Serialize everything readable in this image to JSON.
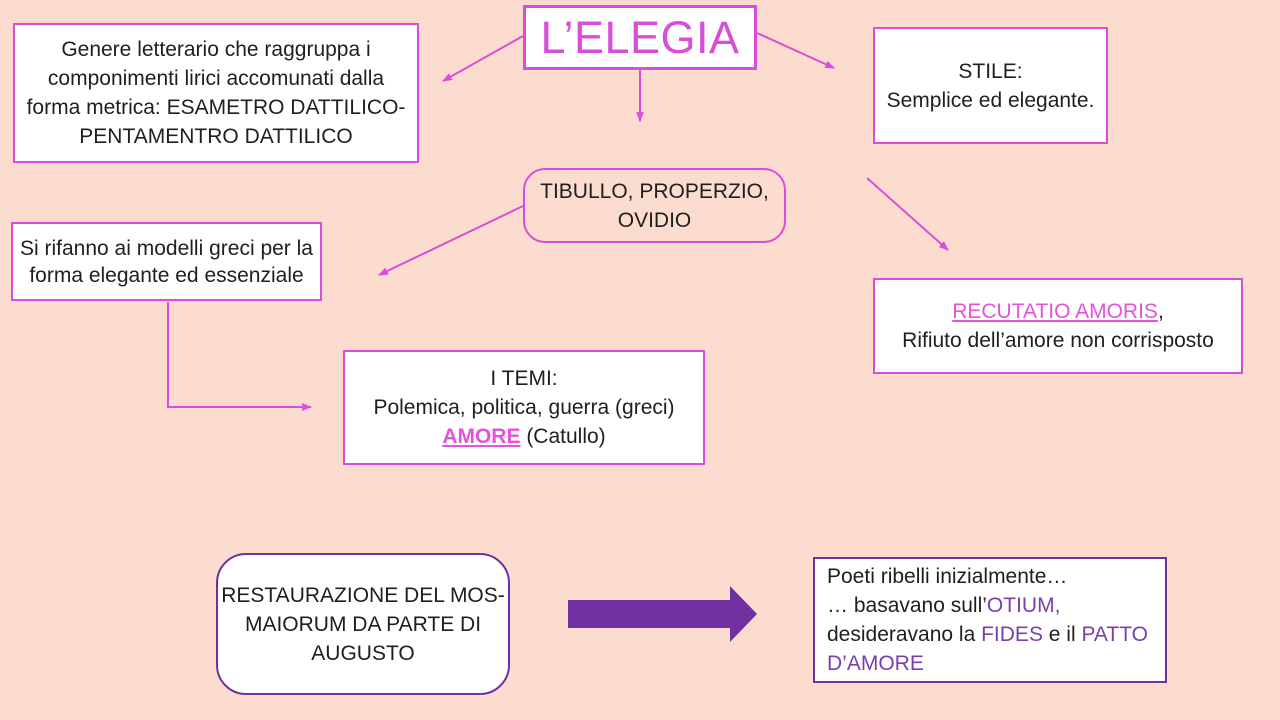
{
  "slide": {
    "title": "L’ELEGIA"
  },
  "boxes": {
    "genere": {
      "text": "Genere letterario che raggruppa i componimenti lirici accomunati dalla forma metrica: ESAMETRO DATTILICO-PENTAMENTRO DATTILICO"
    },
    "stile": {
      "lines": [
        "STILE:",
        "Semplice ed elegante."
      ]
    },
    "autori": {
      "text": "TIBULLO, PROPERZIO, OVIDIO"
    },
    "modelli": {
      "text": "Si rifanno ai modelli greci per la forma elegante ed essenziale"
    },
    "recusatio": {
      "link_text": "RECUTATIO AMORIS",
      "link_suffix": ",",
      "line2": "Rifiuto dell’amore non corrisposto"
    },
    "temi": {
      "line1": "I TEMI:",
      "line2": "Polemica, politica, guerra (greci)",
      "link_text": "AMORE",
      "line3_rest": " (Catullo)"
    },
    "restaurazione": {
      "lines": [
        "RESTAURAZIONE DEL MOS-",
        "MAIORUM DA PARTE DI",
        "AUGUSTO"
      ]
    },
    "poeti": {
      "line1": "Poeti ribelli inizialmente…",
      "line2_pre": "… basavano sull’",
      "line2_hl": "OTIUM,",
      "line3_pre": "desideravano la ",
      "line3_hl1": "FIDES",
      "line3_mid": " e il ",
      "line3_hl2": "PATTO",
      "line4_hl": "D’AMORE"
    }
  },
  "colors": {
    "background": "#FCDCCF",
    "magenta": "#D94ED9",
    "link_magenta": "#E553DA",
    "purple": "#7030A0",
    "purple_text": "#7A3FA8",
    "text": "#1F1F1F",
    "box_background": "#FFFFFF"
  }
}
